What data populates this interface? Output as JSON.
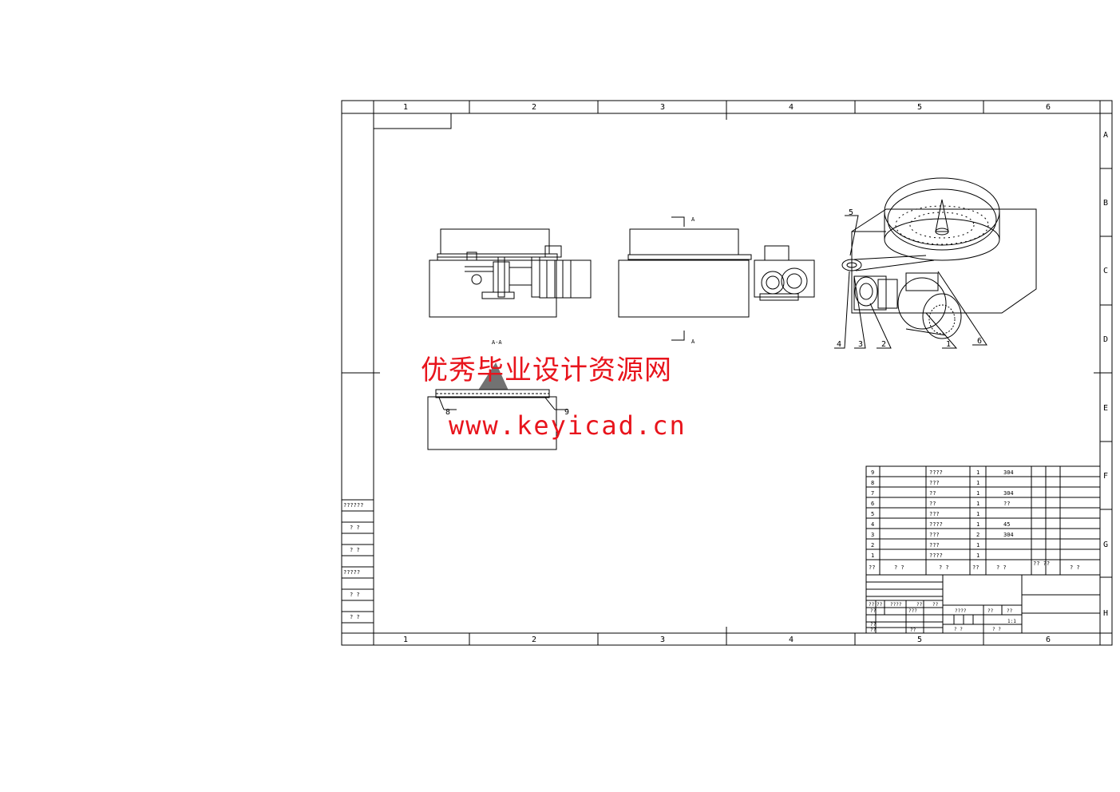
{
  "frame": {
    "column_labels": [
      "1",
      "2",
      "3",
      "4",
      "5",
      "6"
    ],
    "row_labels": [
      "A",
      "B",
      "C",
      "D",
      "E",
      "F",
      "G",
      "H"
    ]
  },
  "views": {
    "section_label": "A-A",
    "cut_mark_top": "A",
    "cut_mark_bottom": "A"
  },
  "callouts": [
    "1",
    "2",
    "3",
    "4",
    "5",
    "6",
    "8",
    "9"
  ],
  "parts_list": [
    {
      "no": "9",
      "name": "????",
      "qty": "1",
      "material": "304"
    },
    {
      "no": "8",
      "name": "???",
      "qty": "1",
      "material": ""
    },
    {
      "no": "7",
      "name": "??",
      "qty": "1",
      "material": "304"
    },
    {
      "no": "6",
      "name": "??",
      "qty": "1",
      "material": "??"
    },
    {
      "no": "5",
      "name": "???",
      "qty": "1",
      "material": ""
    },
    {
      "no": "4",
      "name": "????",
      "qty": "1",
      "material": "45"
    },
    {
      "no": "3",
      "name": "???",
      "qty": "2",
      "material": "304"
    },
    {
      "no": "2",
      "name": "???",
      "qty": "1",
      "material": ""
    },
    {
      "no": "1",
      "name": "????",
      "qty": "1",
      "material": ""
    }
  ],
  "parts_header": [
    "??",
    "? ?",
    "? ?",
    "??",
    "? ?",
    "?? ??",
    "? ?"
  ],
  "title_block": {
    "sign_row": [
      "??",
      "??",
      "????",
      "??",
      "??"
    ],
    "row2": [
      "??",
      "???"
    ],
    "row3": "??",
    "row4": [
      "??",
      "??"
    ],
    "stage": "????",
    "weight": "??",
    "scale": "??",
    "scale_value": "1:1",
    "sheet": "? ?",
    "sheets": "? ?"
  },
  "side_block": [
    "??????",
    "? ?",
    "? ?",
    "?????",
    "? ?",
    "? ?"
  ],
  "watermark": {
    "cn": "优秀毕业设计资源网",
    "url": "www.keyicad.cn"
  }
}
